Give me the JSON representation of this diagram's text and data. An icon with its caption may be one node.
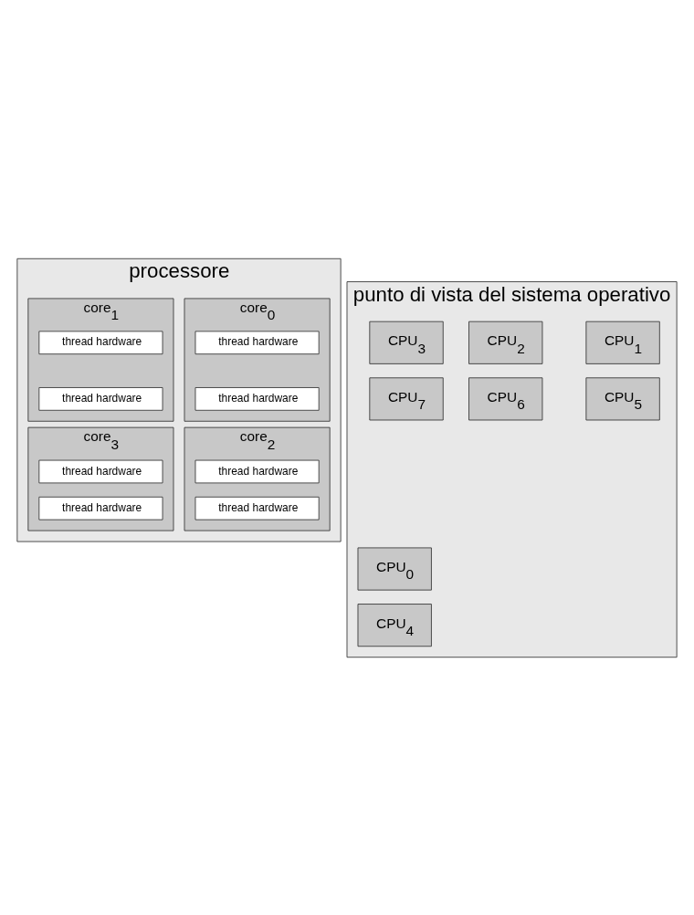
{
  "diagram": {
    "nodes": [
      {
        "text": [
          "processore"
        ]
      },
      {
        "text": [
          "core$_{0}$"
        ],
        "in": 0
      },
      {
        "text": [
          "thread hardware"
        ],
        "in": 1
      },
      {
        "text": [
          "thread hardware"
        ],
        "in": 1
      },
      {
        "text": [
          "core$_{1}$"
        ],
        "in": 0
      },
      {
        "text": [
          "thread hardware"
        ],
        "in": 4
      },
      {
        "text": [
          "thread hardware"
        ],
        "in": 4
      },
      {
        "text": [
          "core$_{2}$"
        ],
        "in": 0
      },
      {
        "text": [
          "thread hardware"
        ],
        "in": 7
      },
      {
        "text": [
          "thread hardware"
        ],
        "in": 7
      },
      {
        "text": [
          "core$_{3}$"
        ],
        "in": 0
      },
      {
        "text": [
          "thread hardware"
        ],
        "in": 10
      },
      {
        "text": [
          "thread hardware"
        ],
        "in": 10
      },
      {
        "text": [
          "punto di vista del sistema operativo"
        ]
      },
      {
        "text": [
          "CPU$_{0}$"
        ],
        "in": 13
      },
      {
        "text": [
          "CPU$_{1}$"
        ],
        "in": 13
      },
      {
        "text": [
          "CPU$_{2}$"
        ],
        "in": 13
      },
      {
        "text": [
          "CPU$_{3}$"
        ],
        "in": 13
      },
      {
        "text": [
          "CPU$_{4}$"
        ],
        "in": 13
      },
      {
        "text": [
          "CPU$_{5}$"
        ],
        "in": 13
      },
      {
        "text": [
          "CPU$_{6}$"
        ],
        "in": 13
      },
      {
        "text": [
          "CPU$_{7}$"
        ],
        "in": 13
      }
    ],
    "edges": []
  }
}
